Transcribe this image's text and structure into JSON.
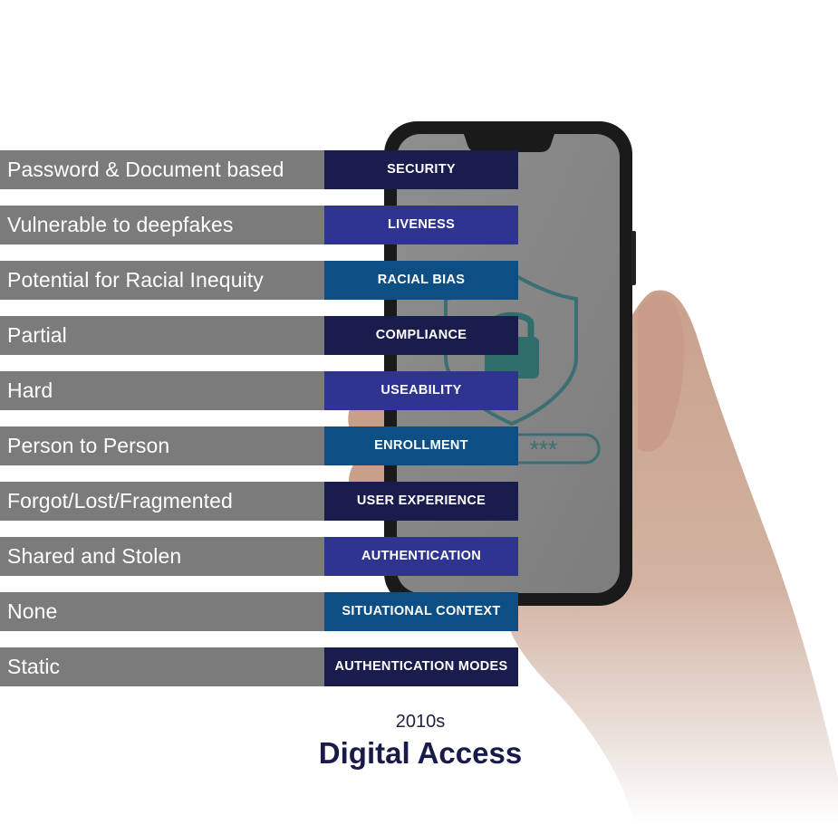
{
  "rows": [
    {
      "value": "Password & Document based",
      "tag": "SECURITY",
      "color": "#191c4d"
    },
    {
      "value": "Vulnerable to deepfakes",
      "tag": "LIVENESS",
      "color": "#2f3490"
    },
    {
      "value": "Potential for Racial Inequity",
      "tag": "RACIAL BIAS",
      "color": "#0d4f85"
    },
    {
      "value": "Partial",
      "tag": "COMPLIANCE",
      "color": "#191c4d"
    },
    {
      "value": "Hard",
      "tag": "USEABILITY",
      "color": "#2f3490"
    },
    {
      "value": "Person to Person",
      "tag": "ENROLLMENT",
      "color": "#0d4f85"
    },
    {
      "value": "Forgot/Lost/Fragmented",
      "tag": "USER EXPERIENCE",
      "color": "#191c4d"
    },
    {
      "value": "Shared and Stolen",
      "tag": "AUTHENTICATION",
      "color": "#2f3490"
    },
    {
      "value": "None",
      "tag": "SITUATIONAL CONTEXT",
      "color": "#0d4f85"
    },
    {
      "value": "Static",
      "tag": "AUTHENTICATION MODES",
      "color": "#191c4d"
    }
  ],
  "footer": {
    "era": "2010s",
    "title": "Digital Access"
  },
  "phone_screen_password_mask": "***",
  "icons": [
    "shield-lock-icon"
  ]
}
